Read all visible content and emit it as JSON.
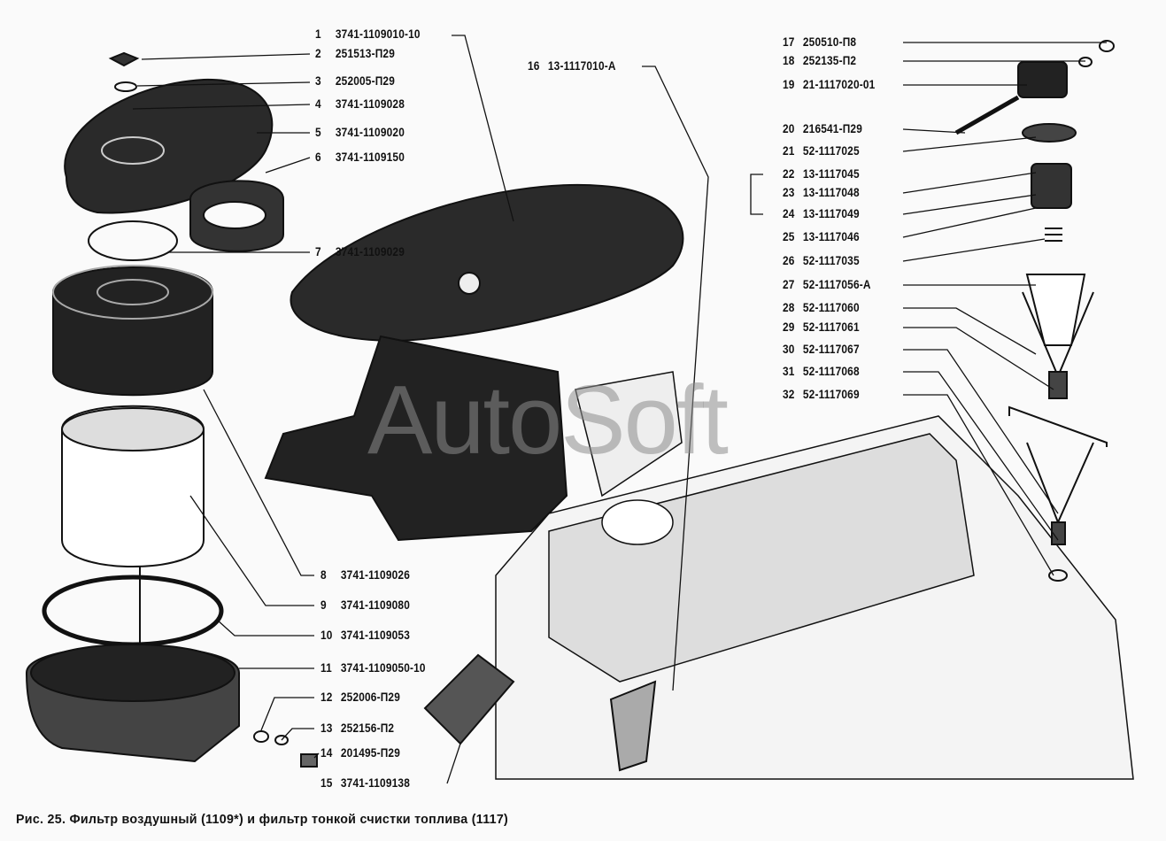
{
  "watermark": "AutoSoft",
  "caption": "Рис. 25. Фильтр воздушный (1109*) и фильтр тонкой счистки топлива (1117)",
  "parts": [
    {
      "num": "1",
      "code": "3741-1109010-10"
    },
    {
      "num": "2",
      "code": "251513-П29"
    },
    {
      "num": "3",
      "code": "252005-П29"
    },
    {
      "num": "4",
      "code": "3741-1109028"
    },
    {
      "num": "5",
      "code": "3741-1109020"
    },
    {
      "num": "6",
      "code": "3741-1109150"
    },
    {
      "num": "7",
      "code": "3741-1109029"
    },
    {
      "num": "8",
      "code": "3741-1109026"
    },
    {
      "num": "9",
      "code": "3741-1109080"
    },
    {
      "num": "10",
      "code": "3741-1109053"
    },
    {
      "num": "11",
      "code": "3741-1109050-10"
    },
    {
      "num": "12",
      "code": "252006-П29"
    },
    {
      "num": "13",
      "code": "252156-П2"
    },
    {
      "num": "14",
      "code": "201495-П29"
    },
    {
      "num": "15",
      "code": "3741-1109138"
    },
    {
      "num": "16",
      "code": "13-1117010-А"
    },
    {
      "num": "17",
      "code": "250510-П8"
    },
    {
      "num": "18",
      "code": "252135-П2"
    },
    {
      "num": "19",
      "code": "21-1117020-01"
    },
    {
      "num": "20",
      "code": "216541-П29"
    },
    {
      "num": "21",
      "code": "52-1117025"
    },
    {
      "num": "22",
      "code": "13-1117045"
    },
    {
      "num": "23",
      "code": "13-1117048"
    },
    {
      "num": "24",
      "code": "13-1117049"
    },
    {
      "num": "25",
      "code": "13-1117046"
    },
    {
      "num": "26",
      "code": "52-1117035"
    },
    {
      "num": "27",
      "code": "52-1117056-А"
    },
    {
      "num": "28",
      "code": "52-1117060"
    },
    {
      "num": "29",
      "code": "52-1117061"
    },
    {
      "num": "30",
      "code": "52-1117067"
    },
    {
      "num": "31",
      "code": "52-1117068"
    },
    {
      "num": "32",
      "code": "52-1117069"
    }
  ]
}
